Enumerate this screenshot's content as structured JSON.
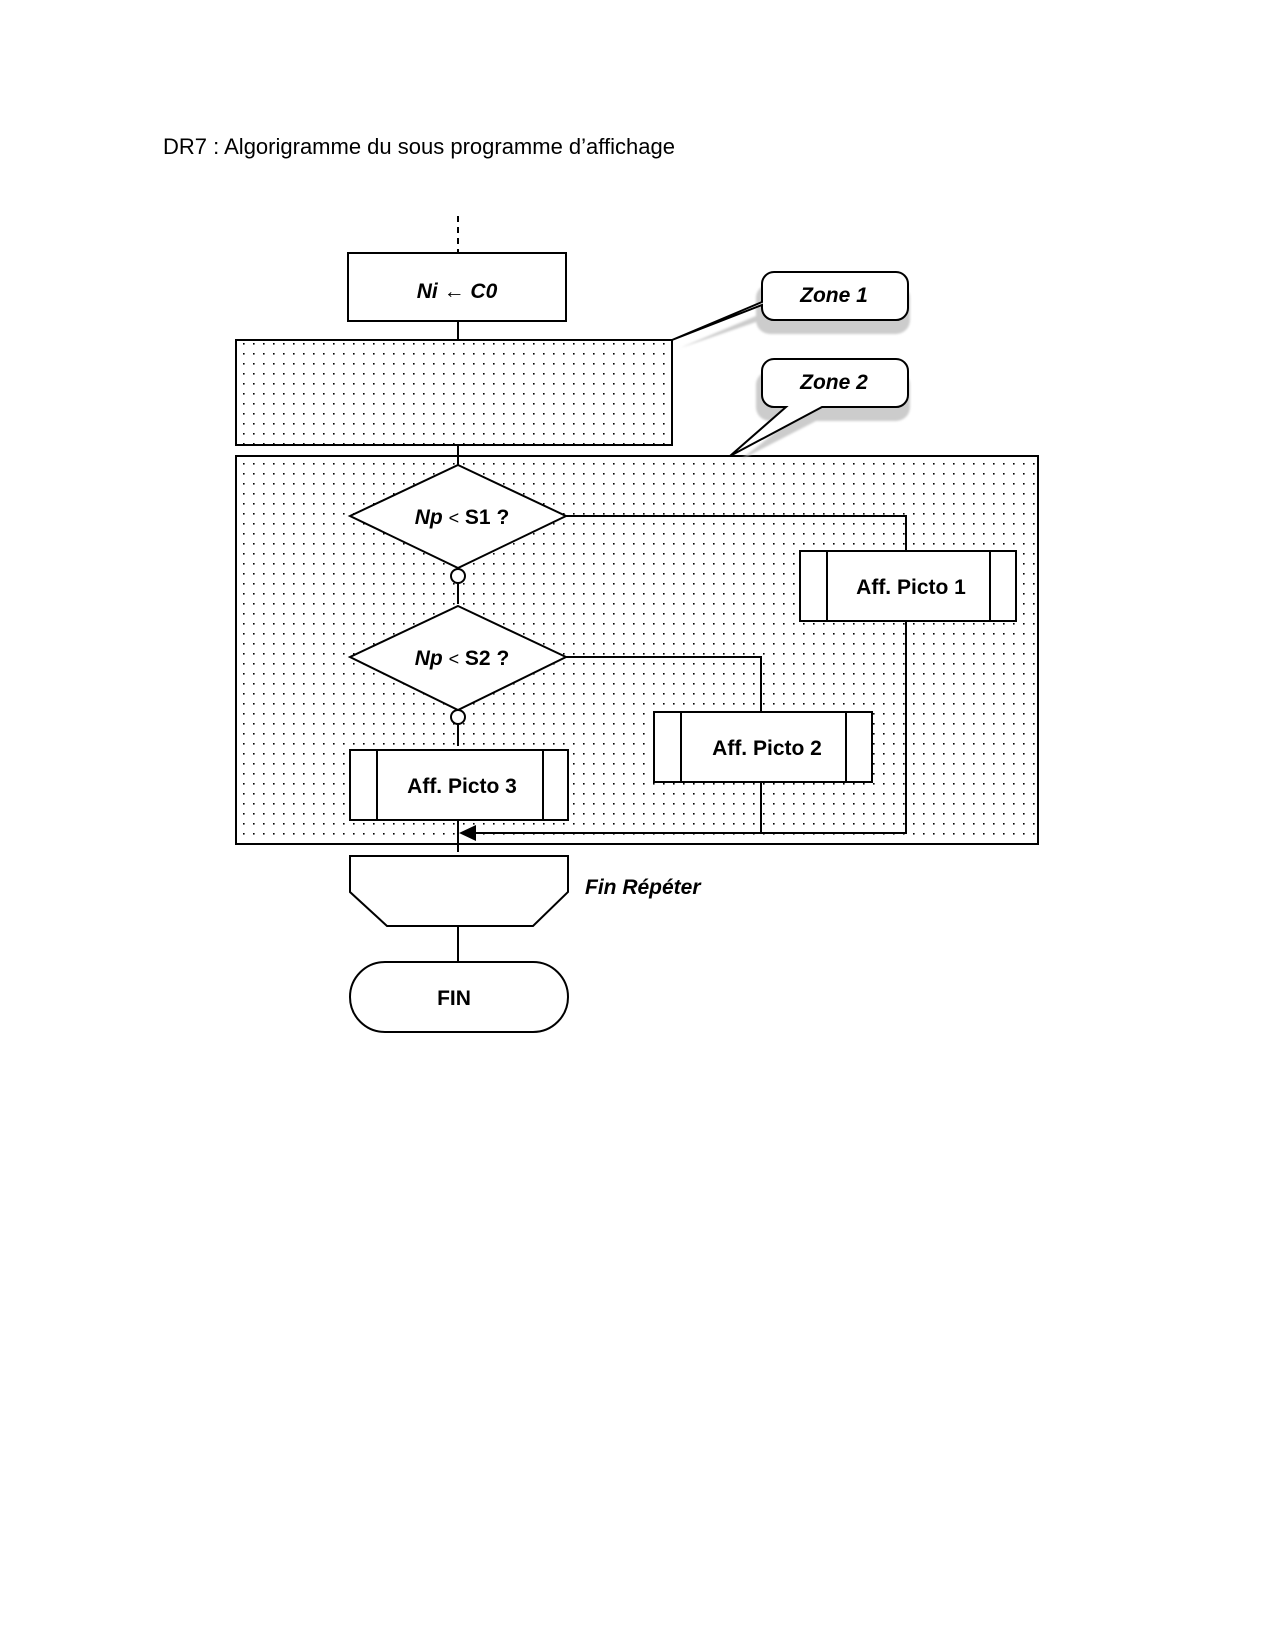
{
  "title": "DR7 : Algorigramme du sous programme d’affichage",
  "diagram": {
    "assign": {
      "var": "Ni",
      "arrow": "←",
      "value": "C0"
    },
    "callouts": [
      {
        "label": "Zone 1"
      },
      {
        "label": "Zone 2"
      }
    ],
    "decisions": [
      {
        "var": "Np",
        "op": "<",
        "rest": "S1 ?"
      },
      {
        "var": "Np",
        "op": "<",
        "rest": "S2 ?"
      }
    ],
    "subroutines": [
      "Aff. Picto 1",
      "Aff. Picto 2",
      "Aff. Picto 3"
    ],
    "loop_end": "Fin Répéter",
    "terminator": "FIN"
  }
}
